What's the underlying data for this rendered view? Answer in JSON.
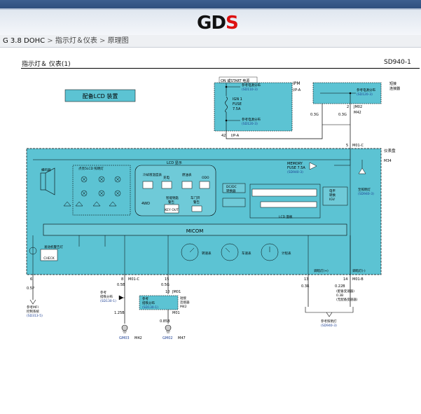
{
  "header": {
    "logo_main": "GD",
    "logo_accent": "S"
  },
  "breadcrumb": {
    "model": "G 3.8 DOHC",
    "sep": ">",
    "section": "指示灯＆仪表",
    "page": "原理图"
  },
  "page": {
    "title": "指示灯＆ 仪表(1)",
    "code": "SD940-1"
  },
  "diagram": {
    "lcd_badge": "配备LCD 装置",
    "on_start": "ON 或START 电源",
    "ipm": "IPM",
    "ipm_conn": "I/P-A",
    "fuse_ref_top": "参考电源分布",
    "fuse_ref_top_code": "(SD110-3)",
    "fuse_name": "IGN 1",
    "fuse_label": "FUSE",
    "fuse_amp": "7.5A",
    "ground_ref": "参考电源分布",
    "ground_ref_code": "(SD120-3)",
    "ipm_pin": "42",
    "ipm_pin_label": "I/P-A",
    "junction_top": "参考电源分布",
    "junction_top_code": "(SD120-3)",
    "jm_label": "短接",
    "jm_label2": "连接器",
    "jm02": "JM02",
    "jm02_conn": "M42",
    "pin_2": "2",
    "pin_5": "5",
    "wire_03g_a": "0.3G",
    "wire_03g_b": "0.3G",
    "m01c": "M01-C",
    "cluster": "仪表盘",
    "cluster_conn": "M34",
    "buzzer": "蜂鸣器",
    "lamp_group": "点亮5LCD 照明灯",
    "lcd_display": "LCD 显示",
    "temp_gauge": "冷却液温度表",
    "fuel": "充电",
    "fuel_gauge": "燃油表",
    "oil": "ODO",
    "fourwd": "4WD",
    "immo": "智能钥匙",
    "immo2": "警告",
    "key_out": "KEY OUT",
    "door": "车门开",
    "door2": "警告",
    "dcdc": "DC/DC",
    "dcdc2": "转换器",
    "lcd_panel": "LCD 面板",
    "memory": "MEMORY",
    "memory_fuse": "FUSE 7.5A",
    "memory_ref": "(SD940-3)",
    "level_label": "电平",
    "level_label2": "转换",
    "level_label3": "IGV",
    "right_lamp": "至照明灯",
    "right_lamp_code": "(SD940-3)",
    "micom": "MICOM",
    "check": "CHECK",
    "check_label": "发动机警告灯",
    "tacho": "转速表",
    "speedo": "车速表",
    "odo": "计程表",
    "dim_plus": "调暗灯(+)",
    "dim_minus": "调暗灯(-)",
    "pin_6": "6",
    "pin_8": "8",
    "pin_15": "15",
    "pin_13": "13",
    "pin_14": "14",
    "pin_10": "10",
    "wire_05p": "0.5P",
    "wire_05b": "0.5B",
    "wire_05g": "0.5G",
    "wire_03r": "0.3R",
    "wire_022b": "0.22B",
    "wire_125b": "1.25B",
    "wire_085b": "0.85B",
    "m01c_b": "M01-C",
    "m01b": "M01-B",
    "jm01": "JM01",
    "m01_small": "M01",
    "mfi_ref": "参考MFI",
    "mfi_ref2": "控制系统",
    "mfi_code": "(SD313-5)",
    "gnd_ref": "参考",
    "gnd_ref2": "搭铁分布",
    "gnd_code": "(SD130-1)",
    "gnd_box_ref": "参考",
    "gnd_box_ref2": "搭铁分布",
    "gnd_box_code": "(SD130-1)",
    "jm_bottom": "短接",
    "jm_bottom2": "连接器",
    "jm_bottom_conn": "M42",
    "gm03": "GM03",
    "gm03_conn": "M42",
    "gm02": "GM02",
    "gm02_conn": "M47",
    "dim_note": "(配备变速器)",
    "dim_note2": "0.3B",
    "dim_note3": "(无配备变速器)",
    "dim_ref": "参考照明灯",
    "dim_code": "(SD940-3)"
  },
  "colors": {
    "fill": "#5cc3d3",
    "fill_light": "#6fcad8",
    "line": "#000000",
    "ref": "#1c3f94"
  }
}
